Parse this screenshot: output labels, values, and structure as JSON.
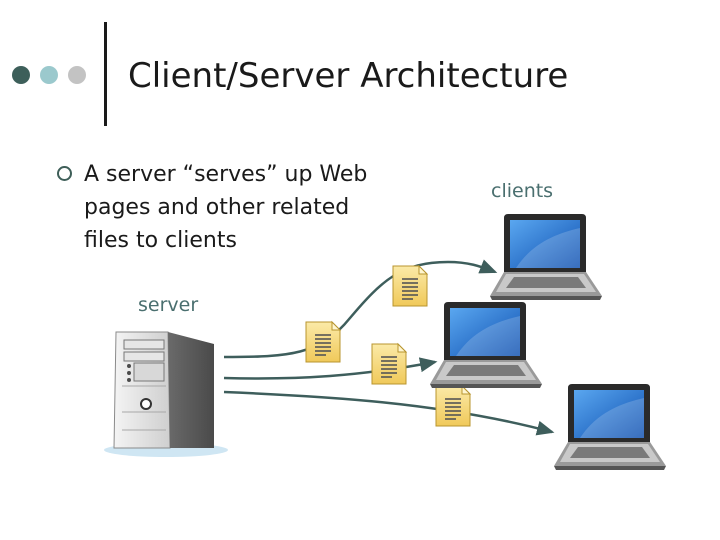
{
  "slide": {
    "title": "Client/Server Architecture",
    "bullets": [
      "A server “serves” up Web pages and other related files to clients"
    ]
  },
  "diagram": {
    "server_label": "server",
    "clients_label": "clients",
    "colors": {
      "accent_dark": "#3d5f5a",
      "accent_light": "#9bc9cd",
      "arrow": "#3e5e5c",
      "screen": "#1f6fd0",
      "document": "#f6dc80"
    },
    "icons": [
      "server-tower-icon",
      "document-icon",
      "laptop-icon"
    ]
  }
}
